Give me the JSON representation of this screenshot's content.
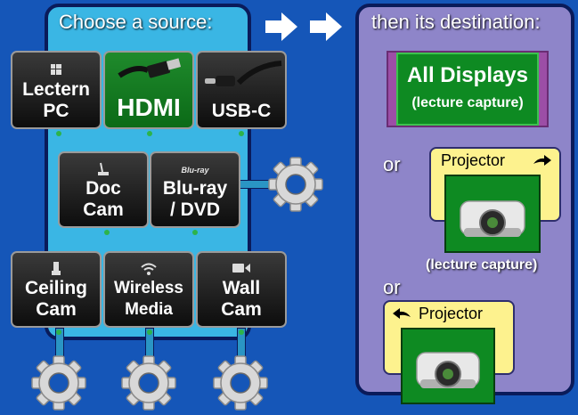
{
  "left_panel": {
    "title": "Choose a source:"
  },
  "right_panel": {
    "title": "then its destination:"
  },
  "sources": {
    "lectern_pc": {
      "icon": "windows-icon",
      "line1": "Lectern",
      "line2": "PC"
    },
    "hdmi": {
      "icon": "hdmi-cable-icon",
      "label": "HDMI"
    },
    "usb_c": {
      "icon": "usb-c-cable-icon",
      "label": "USB-C"
    },
    "doc_cam": {
      "icon": "document-camera-icon",
      "line1": "Doc",
      "line2": "Cam"
    },
    "bluray": {
      "icon": "bluray-icon",
      "icon_text": "Blu-ray",
      "line1": "Blu-ray",
      "line2": "/ DVD"
    },
    "ceiling_cam": {
      "icon": "ceiling-camera-icon",
      "line1": "Ceiling",
      "line2": "Cam"
    },
    "wireless": {
      "icon": "wifi-icon",
      "line1": "Wireless",
      "line2": "Media"
    },
    "wall_cam": {
      "icon": "video-camera-icon",
      "line1": "Wall",
      "line2": "Cam"
    }
  },
  "destinations": {
    "all_displays": {
      "line1": "All Displays",
      "line2": "(lecture capture)"
    },
    "or_1": "or",
    "or_2": "or",
    "projector_right": {
      "label": "Projector",
      "note": "(lecture capture)"
    },
    "projector_left": {
      "label": "Projector"
    }
  },
  "colors": {
    "background": "#1556b8",
    "source_panel": "#3ab6e4",
    "destination_panel": "#8e85c9",
    "active_green": "#0e8a22",
    "projector_card": "#fdf28e",
    "all_displays_border": "#9c4ea6"
  },
  "state": {
    "selected_source": "hdmi",
    "selected_destination": "all_displays"
  }
}
